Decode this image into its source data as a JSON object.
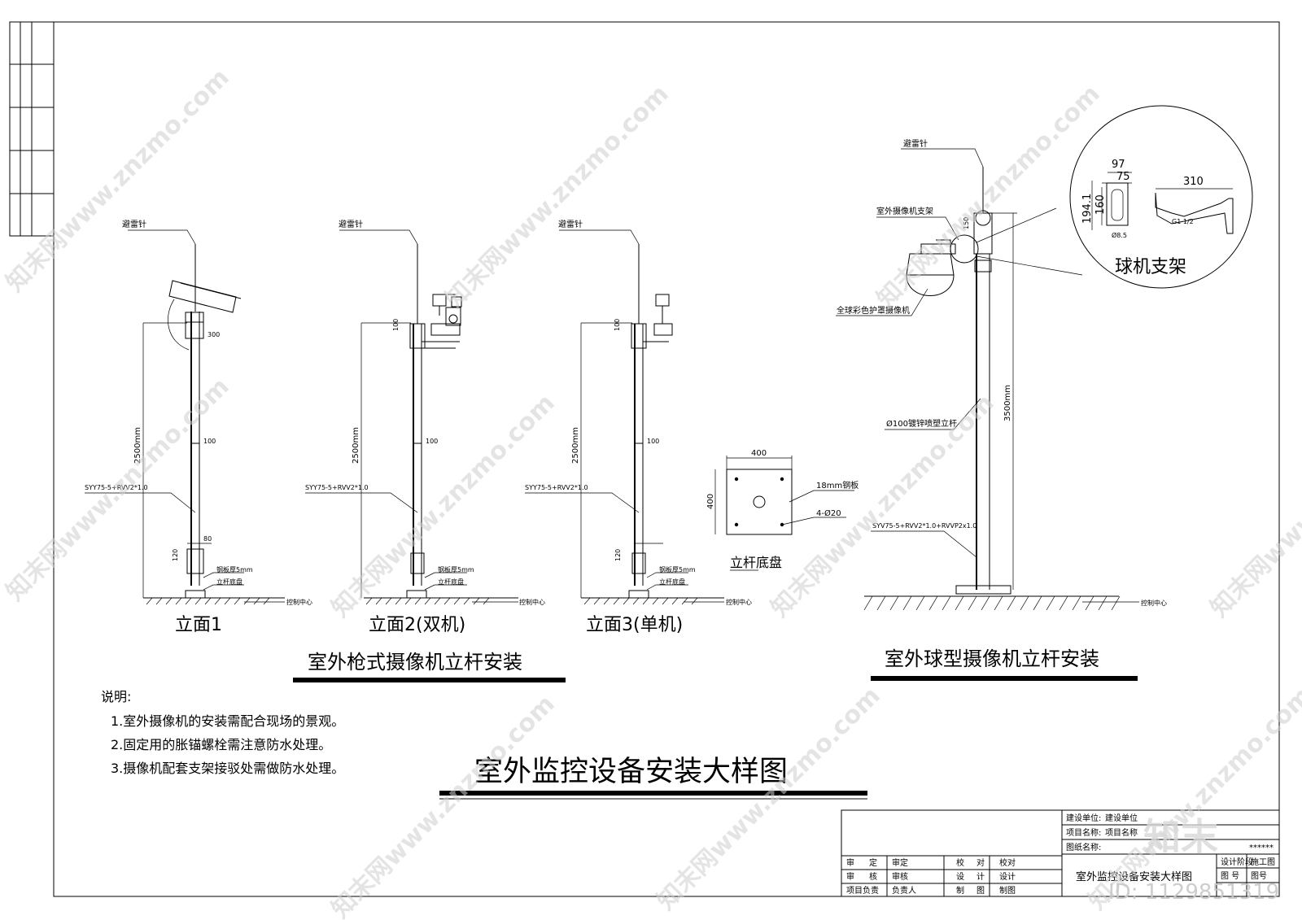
{
  "elevations": [
    {
      "top_label": "避雷针",
      "cable": "SYY75-5+RVV2*1.0",
      "height": "2500mm",
      "dim_100": "100",
      "dim_80": "80",
      "dim_120": "120",
      "dim_top": "300",
      "steel": "钢板厚5mm",
      "base": "立杆底盘",
      "control": "控制中心",
      "caption": "立面1"
    },
    {
      "top_label": "避雷针",
      "cable": "SYY75-5+RVV2*1.0",
      "height": "2500mm",
      "dim_100": "100",
      "dim_top": "100",
      "steel": "钢板厚5mm",
      "base": "立杆底盘",
      "control": "控制中心",
      "caption": "立面2(双机)"
    },
    {
      "top_label": "避雷针",
      "cable": "SYY75-5+RVV2*1.0",
      "height": "2500mm",
      "dim_100": "100",
      "dim_120": "120",
      "dim_top": "100",
      "steel": "钢板厚5mm",
      "base": "立杆底盘",
      "control": "控制中心",
      "caption": "立面3(单机)"
    }
  ],
  "section_left_title": "室外枪式摄像机立杆安装",
  "baseplate": {
    "w": "400",
    "h": "400",
    "steel": "18mm钢板",
    "holes": "4-Ø20",
    "caption": "立杆底盘"
  },
  "dome": {
    "lightning": "避雷针",
    "bracket": "室外摄像机支架",
    "camera": "全球彩色护罩摄像机",
    "pole": "Ø100镀锌喷塑立杆",
    "height": "3500mm",
    "cable": "SYV75-5+RVV2*1.0+RVVP2x1.0",
    "control": "控制中心",
    "dim_150": "150",
    "detail": {
      "d97": "97",
      "d75": "75",
      "d194": "194.1",
      "d160": "160",
      "d310": "310",
      "hole": "Ø8.5",
      "thread": "G1 1/2",
      "caption": "球机支架"
    }
  },
  "section_right_title": "室外球型摄像机立杆安装",
  "notes": {
    "heading": "说明:",
    "items": [
      "1.室外摄像机的安装需配合现场的景观。",
      "2.固定用的胀锚螺栓需注意防水处理。",
      "3.摄像机配套支架接驳处需做防水处理。"
    ]
  },
  "main_title": "室外监控设备安装大样图",
  "title_block": {
    "r1": [
      "审",
      "定",
      "审定",
      "校",
      "对",
      "校对"
    ],
    "r2": [
      "审",
      "核",
      "审核",
      "设",
      "计",
      "设计"
    ],
    "r3": [
      "项目负责",
      "负责人",
      "制",
      "图",
      "制图"
    ],
    "unit_label": "建设单位:",
    "unit_value": "建设单位",
    "proj_label": "项目名称:",
    "proj_value": "项目名称",
    "drawing_label": "图纸名称:",
    "drawing_name": "室外监控设备安装大样图",
    "stage_label": "设计阶段",
    "stage_value": "施工图",
    "num_label": "图    号",
    "num_value": "图号",
    "stars": "******"
  },
  "watermark": {
    "site": "知末网www.znzmo.com",
    "brand": "知末",
    "id": "ID: 1129851319"
  }
}
